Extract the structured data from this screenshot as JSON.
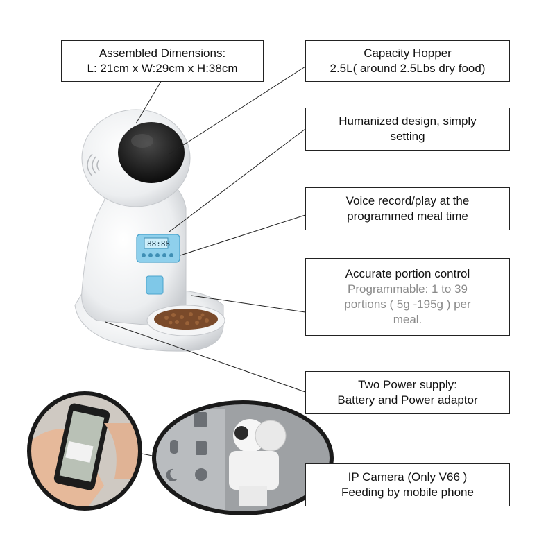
{
  "callouts": {
    "dimensions": {
      "line1": "Assembled Dimensions:",
      "line2": "L: 21cm x W:29cm x H:38cm"
    },
    "hopper": {
      "line1": "Capacity Hopper",
      "line2": "2.5L( around 2.5Lbs dry food)"
    },
    "design": {
      "line1": "Humanized design, simply",
      "line2": "setting"
    },
    "voice": {
      "line1": "Voice record/play at the",
      "line2": "programmed meal time"
    },
    "portion": {
      "title": "Accurate portion control",
      "line1": "Programmable:  1 to 39",
      "line2": "portions  ( 5g -195g ) per",
      "line3": "meal."
    },
    "power": {
      "line1": "Two Power supply:",
      "line2": "Battery and Power adaptor"
    },
    "camera": {
      "line1": "IP Camera (Only V66 )",
      "line2": "Feeding by mobile phone"
    }
  },
  "colors": {
    "lcd": "#7fc8e8",
    "food": "#7a4a2a",
    "ring": "#1a1a1a"
  }
}
